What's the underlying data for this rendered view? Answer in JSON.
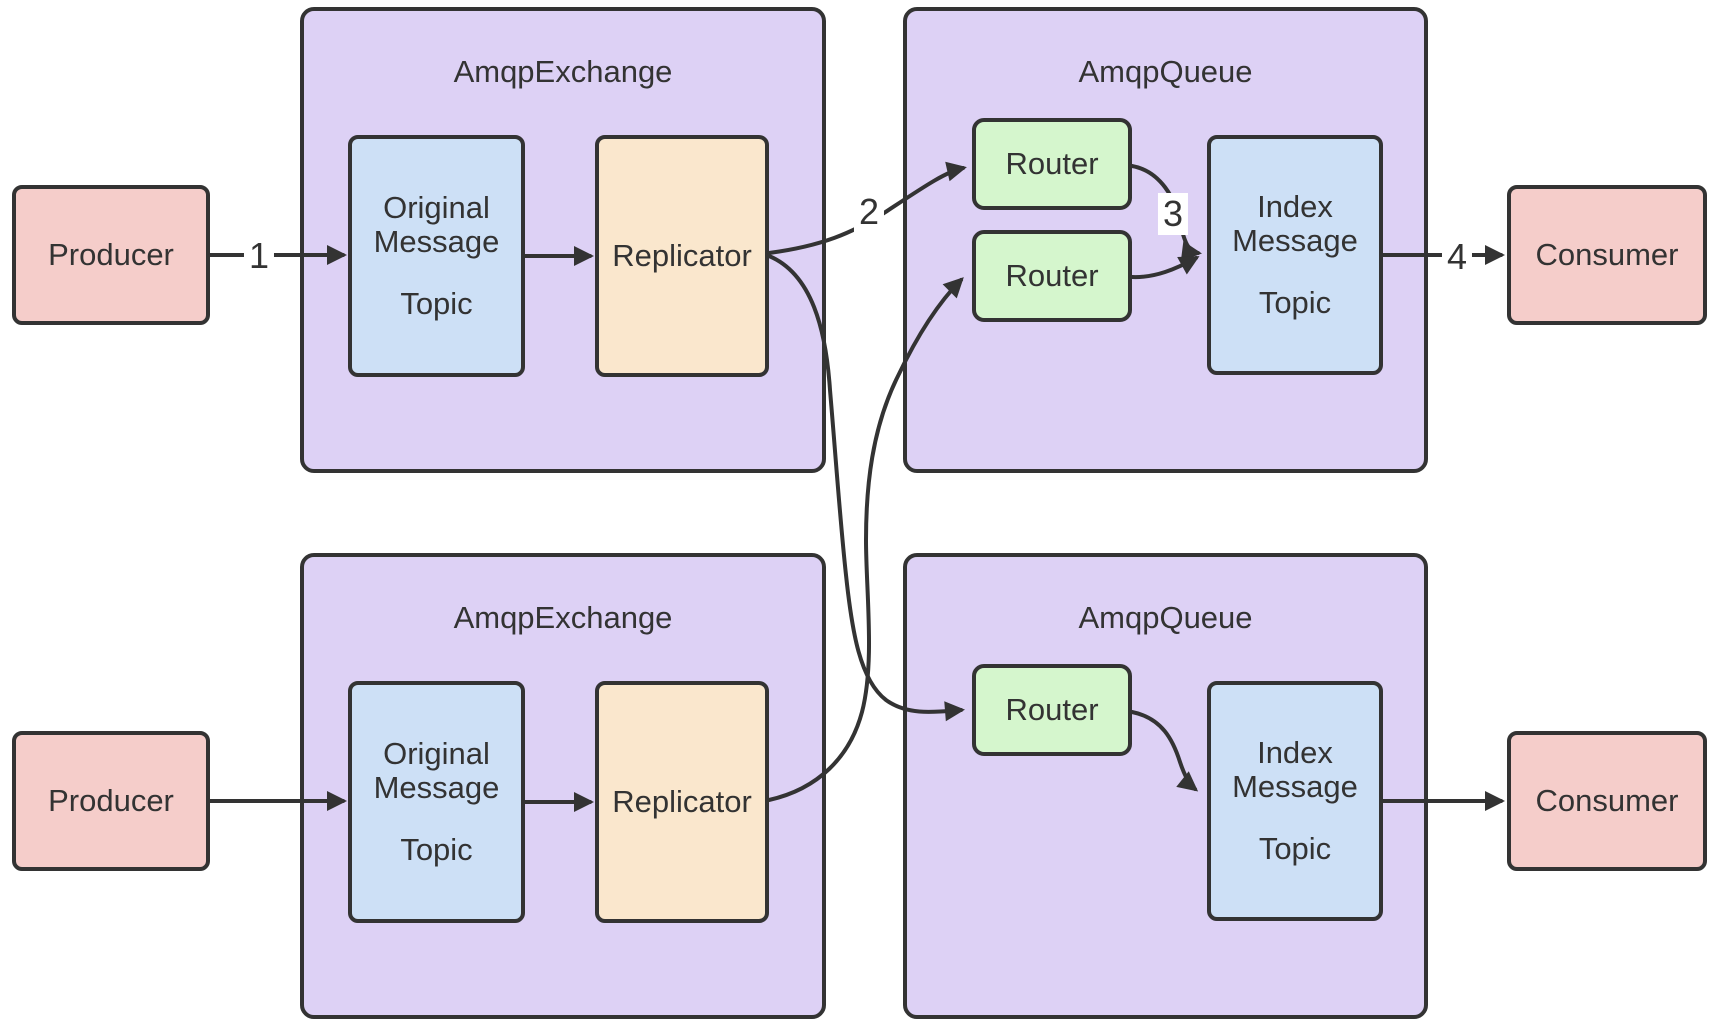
{
  "colors": {
    "container": "#ddd1f5",
    "message": "#cde0f6",
    "replicator": "#fae7cd",
    "router": "#d5f6cd",
    "endpoint": "#f5cdca",
    "stroke": "#333333",
    "labelbg": "#ffffff"
  },
  "edge_labels": {
    "step1": "1",
    "step2": "2",
    "step3": "3",
    "step4": "4"
  },
  "top": {
    "producer": "Producer",
    "exchange": {
      "title": "AmqpExchange",
      "original_message": {
        "line1": "Original",
        "line2": "Message",
        "line3": "Topic"
      },
      "replicator": "Replicator"
    },
    "queue": {
      "title": "AmqpQueue",
      "router_a": "Router",
      "router_b": "Router",
      "index_message": {
        "line1": "Index",
        "line2": "Message",
        "line3": "Topic"
      }
    },
    "consumer": "Consumer"
  },
  "bottom": {
    "producer": "Producer",
    "exchange": {
      "title": "AmqpExchange",
      "original_message": {
        "line1": "Original",
        "line2": "Message",
        "line3": "Topic"
      },
      "replicator": "Replicator"
    },
    "queue": {
      "title": "AmqpQueue",
      "router": "Router",
      "index_message": {
        "line1": "Index",
        "line2": "Message",
        "line3": "Topic"
      }
    },
    "consumer": "Consumer"
  }
}
